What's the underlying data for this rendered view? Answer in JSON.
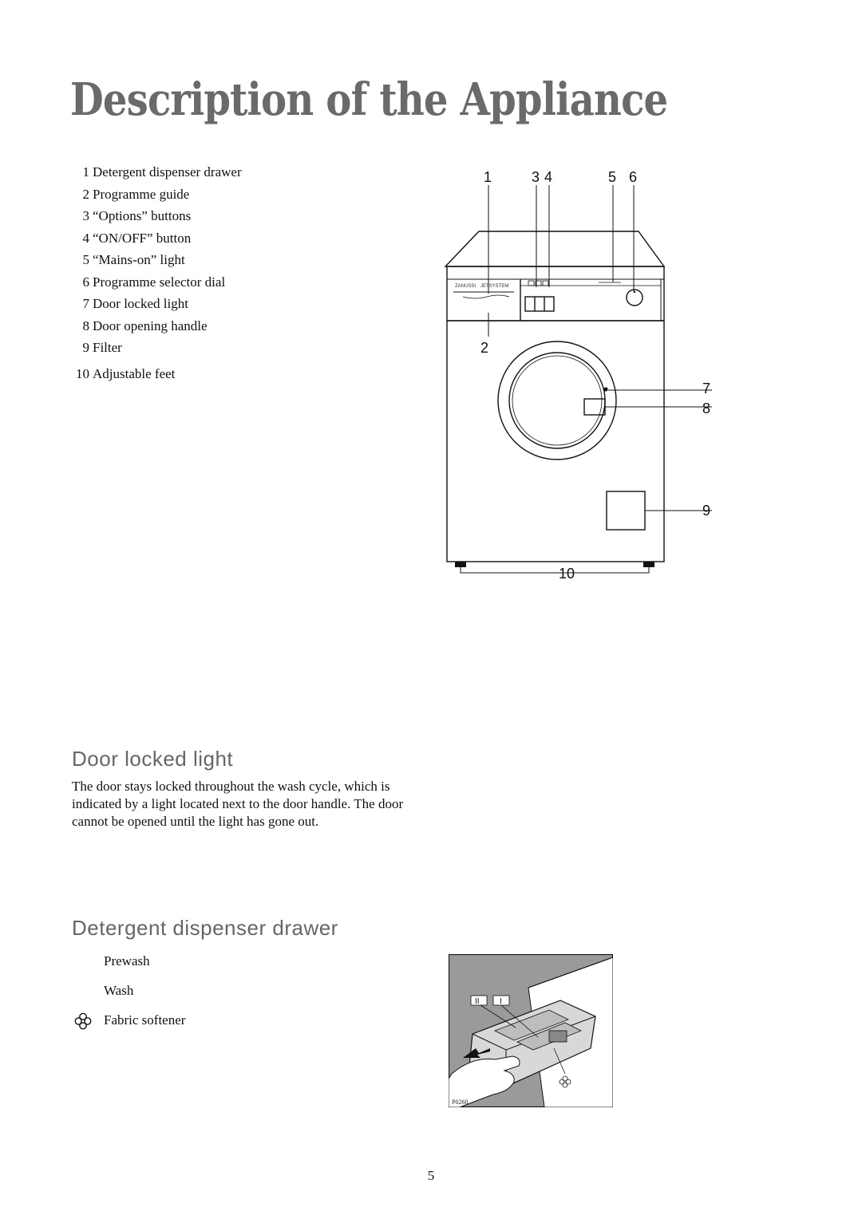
{
  "page": {
    "title": "Description of the Appliance",
    "page_number": "5"
  },
  "parts": [
    {
      "num": "1",
      "label": "Detergent dispenser drawer"
    },
    {
      "num": "2",
      "label": "Programme guide"
    },
    {
      "num": "3",
      "label": "“Options” buttons"
    },
    {
      "num": "4",
      "label": "“ON/OFF” button"
    },
    {
      "num": "5",
      "label": "“Mains-on” light"
    },
    {
      "num": "6",
      "label": "Programme selector dial"
    },
    {
      "num": "7",
      "label": "Door locked light"
    },
    {
      "num": "8",
      "label": "Door opening handle"
    },
    {
      "num": "9",
      "label": "Filter"
    },
    {
      "num": "10",
      "label": "Adjustable feet"
    }
  ],
  "diagram": {
    "callouts": {
      "c1": "1",
      "c3": "3",
      "c4": "4",
      "c5": "5",
      "c6": "6",
      "c2": "2",
      "c7": "7",
      "c8": "8",
      "c9": "9",
      "c10": "10"
    }
  },
  "door_locked_light": {
    "heading": "Door locked light",
    "body": "The door stays locked throughout the wash cycle, which is indicated by a light located next to the door handle. The door cannot be opened until the light has gone out."
  },
  "detergent_drawer": {
    "heading": "Detergent dispenser drawer",
    "compartments": [
      {
        "label": "Prewash",
        "icon": "roman-two-icon"
      },
      {
        "label": "Wash",
        "icon": "roman-one-icon"
      },
      {
        "label": "Fabric softener",
        "icon": "flower-icon"
      }
    ],
    "figure_code": "P0260"
  }
}
